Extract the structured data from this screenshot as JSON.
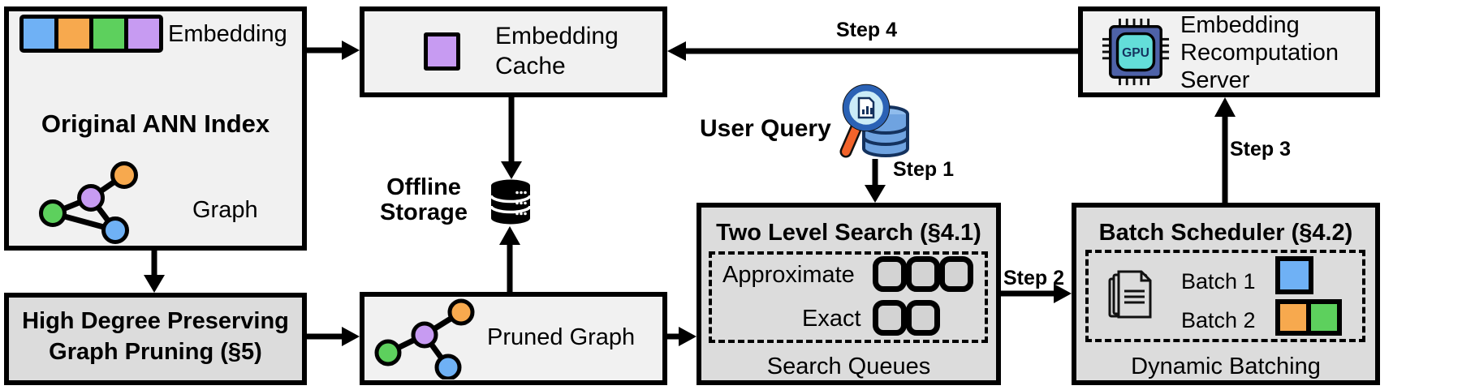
{
  "colors": {
    "blue": "#6FB1F5",
    "orange": "#F7A94E",
    "green": "#5DD05D",
    "purple": "#C79BF2",
    "box-light": "#F1F1F1",
    "box-dark": "#DCDCDC",
    "slot-fill": "#D3D3D3",
    "gpu-body": "#4E62A8",
    "gpu-screen": "#63DED9",
    "mag-rim": "#2B62B5",
    "mag-lens": "#CBECF7",
    "mag-handle": "#F2632A",
    "qdb-fill": "#6FA3E0",
    "qdb-top": "#8FBCEC",
    "qdb-outline": "#14325E"
  },
  "boxes": {
    "original_index": {
      "title": "Original ANN Index",
      "embedding_label": "Embedding",
      "graph_label": "Graph"
    },
    "embedding_cache": {
      "title": "Embedding Cache"
    },
    "recomputation_server": {
      "title": "Embedding Recomputation Server"
    },
    "high_degree_pruning": {
      "title": "High Degree Preserving Graph Pruning (§5)"
    },
    "pruned_graph": {
      "label": "Pruned Graph"
    },
    "two_level_search": {
      "title": "Two Level Search (§4.1)",
      "rows": [
        {
          "label": "Approximate",
          "slots": 3
        },
        {
          "label": "Exact",
          "slots": 2
        }
      ],
      "footer": "Search Queues"
    },
    "batch_scheduler": {
      "title": "Batch Scheduler (§4.2)",
      "batches": [
        {
          "label": "Batch 1",
          "colors": [
            "blue"
          ]
        },
        {
          "label": "Batch 2",
          "colors": [
            "orange",
            "green"
          ]
        }
      ],
      "footer": "Dynamic Batching"
    }
  },
  "offline_storage": {
    "label": "Offline Storage"
  },
  "user_query": {
    "label": "User Query"
  },
  "steps": {
    "step1": "Step 1",
    "step2": "Step 2",
    "step3": "Step 3",
    "step4": "Step 4"
  },
  "icons": {
    "gpu_label": "GPU"
  }
}
